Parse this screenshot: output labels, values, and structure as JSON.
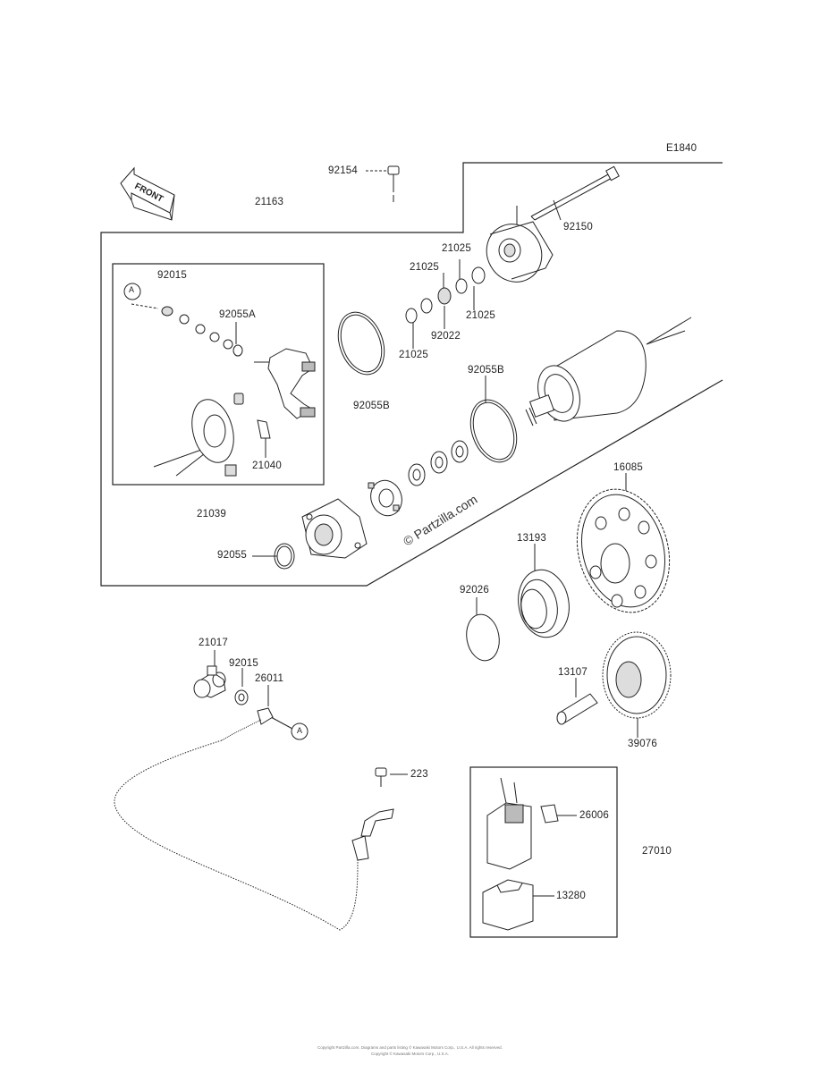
{
  "diagram_code": "E1840",
  "front_label": "FRONT",
  "watermark": "© Partzilla.com",
  "ref_mark": "A",
  "labels": {
    "p92154": "92154",
    "p21163": "21163",
    "p92150": "92150",
    "p92015_box": "92015",
    "p21025_a": "21025",
    "p21025_b": "21025",
    "p21025_c": "21025",
    "p21025_d": "21025",
    "p92022": "92022",
    "p92055a": "92055A",
    "p92055b_l": "92055B",
    "p92055b_r": "92055B",
    "p21040": "21040",
    "p21039": "21039",
    "p92055": "92055",
    "p16085": "16085",
    "p13193": "13193",
    "p92026": "92026",
    "p13107": "13107",
    "p39076": "39076",
    "p21017": "21017",
    "p92015_cable": "92015",
    "p26011": "26011",
    "p223": "223",
    "p26006": "26006",
    "p27010": "27010",
    "p13280": "13280"
  },
  "footer": {
    "line1": "Copyright Partzilla.com. Diagrams and parts listing © Kawasaki Motors Corp., U.S.A. All rights reserved.",
    "line2": "Copyright © Kawasaki Motors Corp., U.S.A."
  }
}
